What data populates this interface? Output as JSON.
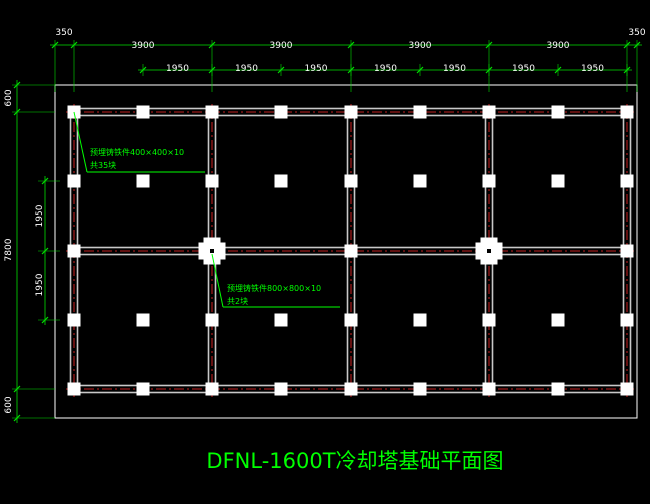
{
  "colors": {
    "background": "#000000",
    "outline": "#ffffff",
    "beam": "#c8c8c8",
    "centerline": "#ff2a2a",
    "dimension": "#00e000",
    "dimension_text": "#ffffff",
    "title": "#00ff00",
    "annotation": "#00ff00"
  },
  "dimensions": {
    "top_outer": [
      "350",
      "3900",
      "3900",
      "3900",
      "3900",
      "350"
    ],
    "top_inner": [
      "1950",
      "1950",
      "1950",
      "1950",
      "1950",
      "1950",
      "1950"
    ],
    "left_outer": [
      "600",
      "7800",
      "600"
    ],
    "left_inner": [
      "1950",
      "1950"
    ]
  },
  "annotations": {
    "embed_small_line1": "预埋铸铁件400×400×10",
    "embed_small_line2": "共35块",
    "embed_large_line1": "预埋铸铁件800×800×10",
    "embed_large_line2": "共2块"
  },
  "title": "DFNL-1600T冷却塔基础平面图"
}
